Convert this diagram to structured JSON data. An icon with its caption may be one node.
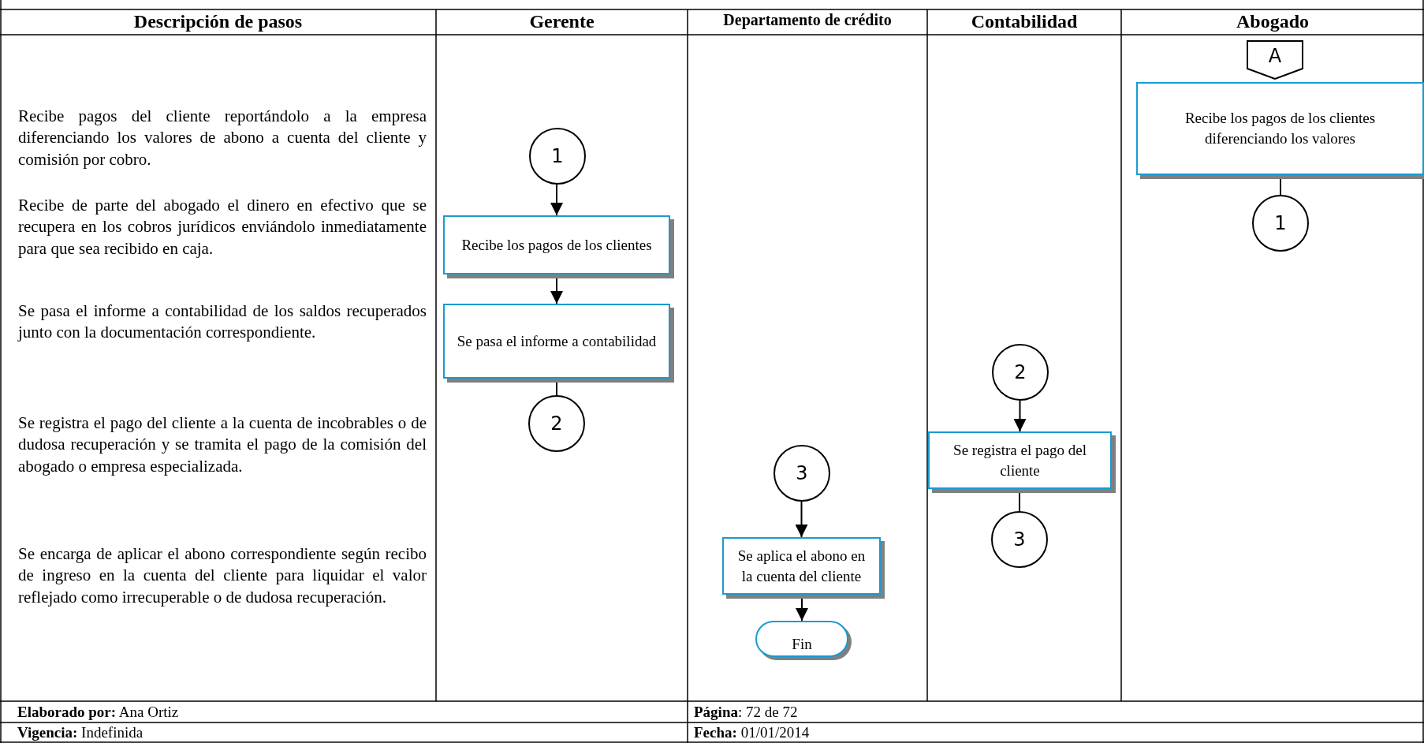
{
  "diagram": {
    "nodes": [
      {
        "text": [
          "A"
        ]
      },
      {
        "text": [
          "Recibe los pagos de los clientes diferenciando los valores"
        ]
      },
      {
        "text": [
          "1"
        ]
      },
      {
        "text": [
          "1"
        ]
      },
      {
        "text": [
          "Recibe los pagos de los clientes"
        ]
      },
      {
        "text": [
          "Se pasa el informe a contabilidad"
        ]
      },
      {
        "text": [
          "2"
        ]
      },
      {
        "text": [
          "2"
        ]
      },
      {
        "text": [
          "Se registra el pago del cliente"
        ]
      },
      {
        "text": [
          "3"
        ]
      },
      {
        "text": [
          "3"
        ]
      },
      {
        "text": [
          "Se aplica el abono en la cuenta del cliente"
        ]
      },
      {
        "text": [
          "Fin"
        ]
      }
    ],
    "edges": [
      {
        "from": 1,
        "to": 2,
        "arrow": "none"
      },
      {
        "from": 3,
        "to": 4,
        "arrow": "to"
      },
      {
        "from": 4,
        "to": 5,
        "arrow": "to"
      },
      {
        "from": 5,
        "to": 6,
        "arrow": "none"
      },
      {
        "from": 7,
        "to": 8,
        "arrow": "to"
      },
      {
        "from": 8,
        "to": 9,
        "arrow": "none"
      },
      {
        "from": 10,
        "to": 11,
        "arrow": "to"
      },
      {
        "from": 11,
        "to": 12,
        "arrow": "to"
      }
    ],
    "labels": [
      "Descripción de pasos",
      "Gerente",
      "Departamento de crédito",
      "Contabilidad",
      "Abogado",
      "Recibe pagos del cliente reportándolo a la empresa diferenciando los valores de abono a cuenta del cliente y comisión por cobro.",
      "Recibe de parte del abogado el dinero en efectivo que se recupera en los cobros jurídicos enviándolo inmediatamente para que sea recibido en caja.",
      "Se pasa el informe a contabilidad de los saldos recuperados junto con la documentación correspondiente.",
      "Se registra el pago del cliente a la cuenta de incobrables o de dudosa recuperación y se tramita el pago de la comisión del abogado o empresa especializada.",
      "Se encarga de aplicar el abono correspondiente según recibo de ingreso en la cuenta del cliente para liquidar el valor reflejado como irrecuperable o de dudosa recuperación.",
      "**Elaborado por:** Ana Ortiz",
      "**Página**: 72 de 72",
      "**Vigencia:** Indefinida",
      "**Fecha:** 01/01/2014"
    ]
  }
}
